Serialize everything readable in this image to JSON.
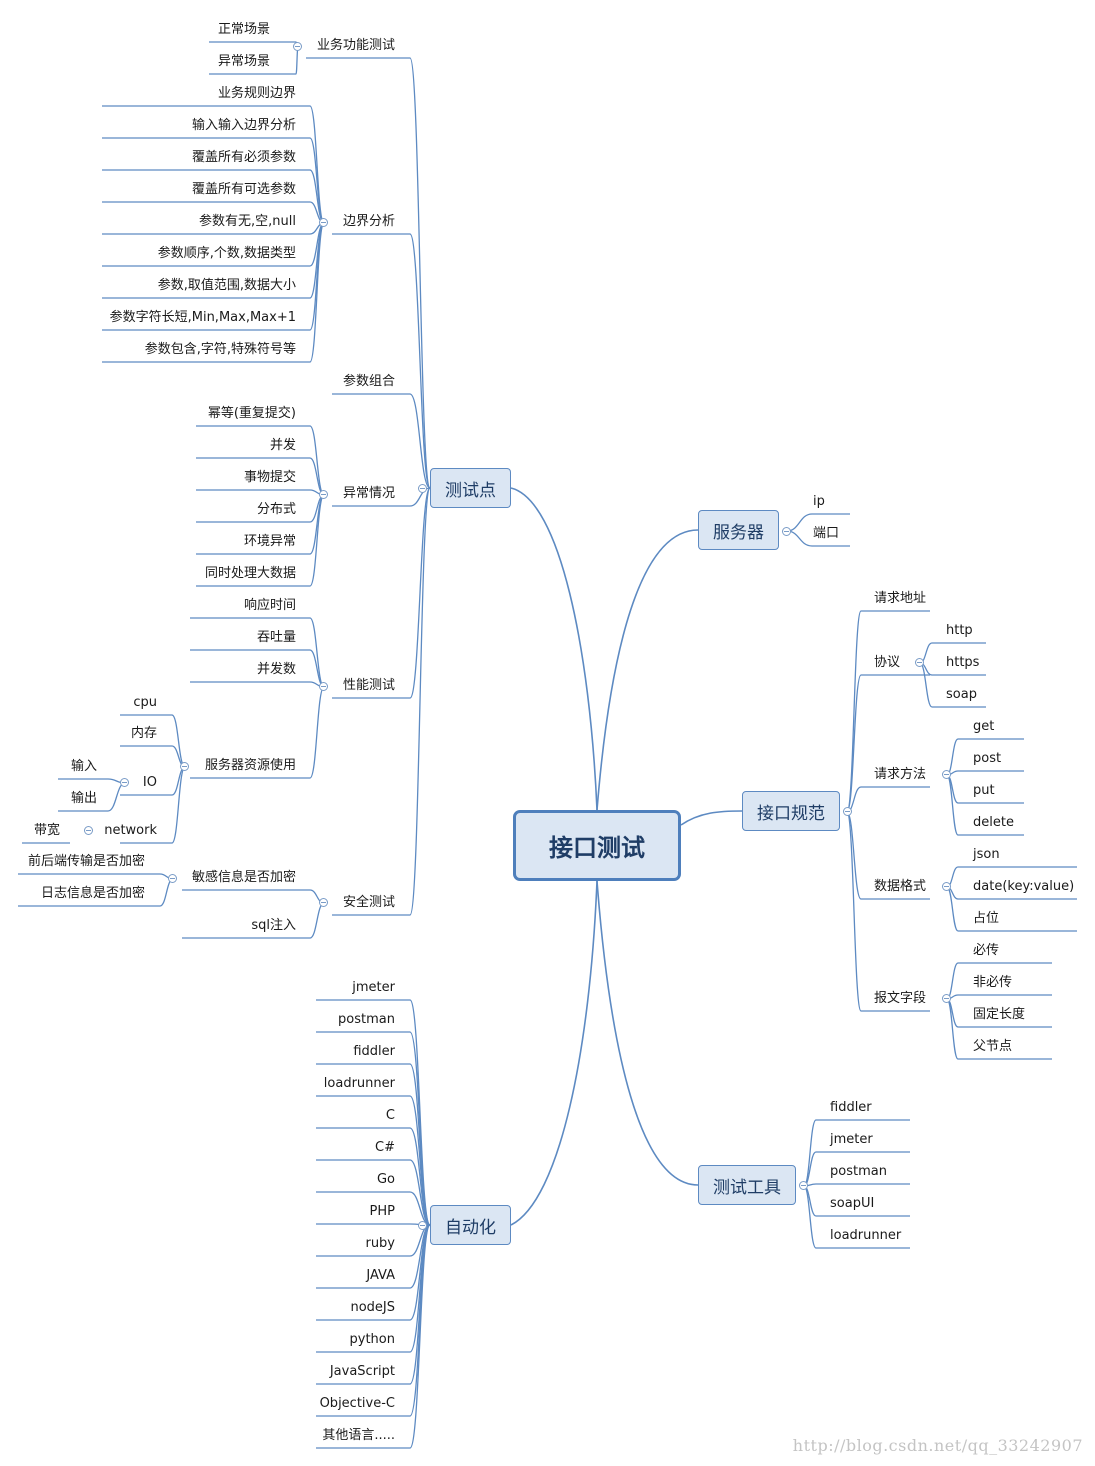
{
  "root": {
    "label": "接口测试"
  },
  "branches": {
    "test_points": {
      "label": "测试点",
      "business": {
        "label": "业务功能测试",
        "children": [
          "正常场景",
          "异常场景"
        ]
      },
      "boundary": {
        "label": "边界分析",
        "children": [
          "业务规则边界",
          "输入输入边界分析",
          "覆盖所有必须参数",
          "覆盖所有可选参数",
          "参数有无,空,null",
          "参数顺序,个数,数据类型",
          "参数,取值范围,数据大小",
          "参数字符长短,Min,Max,Max+1",
          "参数包含,字符,特殊符号等"
        ]
      },
      "combination": {
        "label": "参数组合"
      },
      "exception": {
        "label": "异常情况",
        "children": [
          "幂等(重复提交)",
          "并发",
          "事物提交",
          "分布式",
          "环境异常",
          "同时处理大数据"
        ]
      },
      "performance": {
        "label": "性能测试",
        "children": [
          "响应时间",
          "吞吐量",
          "并发数"
        ],
        "server_resource": {
          "label": "服务器资源使用",
          "cpu": "cpu",
          "memory": "内存",
          "io": {
            "label": "IO",
            "children": [
              "输入",
              "输出"
            ]
          },
          "network": {
            "label": "network",
            "children": [
              "带宽"
            ]
          }
        }
      },
      "security": {
        "label": "安全测试",
        "sensitive": {
          "label": "敏感信息是否加密",
          "children": [
            "前后端传输是否加密",
            "日志信息是否加密"
          ]
        },
        "sql": "sql注入"
      }
    },
    "automation": {
      "label": "自动化",
      "children": [
        "jmeter",
        "postman",
        "fiddler",
        "loadrunner",
        "C",
        "C#",
        "Go",
        "PHP",
        "ruby",
        "JAVA",
        "nodeJS",
        "python",
        "JavaScript",
        "Objective-C",
        "其他语言....."
      ]
    },
    "server": {
      "label": "服务器",
      "children": [
        "ip",
        "端口"
      ]
    },
    "spec": {
      "label": "接口规范",
      "address": {
        "label": "请求地址"
      },
      "protocol": {
        "label": "协议",
        "children": [
          "http",
          "https",
          "soap"
        ]
      },
      "method": {
        "label": "请求方法",
        "children": [
          "get",
          "post",
          "put",
          "delete"
        ]
      },
      "format": {
        "label": "数据格式",
        "children": [
          "json",
          "date(key:value)",
          "占位"
        ]
      },
      "fields": {
        "label": "报文字段",
        "children": [
          "必传",
          "非必传",
          "固定长度",
          "父节点"
        ]
      }
    },
    "tools": {
      "label": "测试工具",
      "children": [
        "fiddler",
        "jmeter",
        "postman",
        "soapUI",
        "loadrunner"
      ]
    }
  },
  "watermark": "http://blog.csdn.net/qq_33242907",
  "colors": {
    "line": "#5d8ac2",
    "box_fill": "#dbe6f3",
    "box_border": "#5d8ac2",
    "text": "#1f3d66"
  }
}
